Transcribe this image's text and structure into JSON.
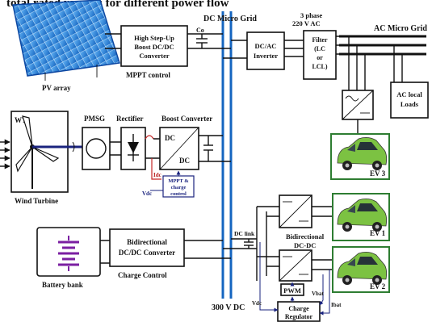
{
  "header": {
    "top_text": "total rated reviews for different power flow"
  },
  "labels": {
    "dc_micro_grid": "DC Micro Grid",
    "three_phase_line1": "3 phase",
    "three_phase_line2": "220 V AC",
    "ac_micro_grid": "AC Micro Grid",
    "bus_voltage": "300 V DC",
    "dc_link": "DC link",
    "co": "Co",
    "wt": "WT"
  },
  "blocks": {
    "boost_dcdc": [
      "High Step-Up",
      "Boost DC/DC",
      "Converter"
    ],
    "mppt_control": "MPPT control",
    "pv_array": "PV array",
    "dcac_inverter": [
      "DC/AC",
      "Inverter"
    ],
    "filter": [
      "Filter",
      "(LC",
      "or",
      "LCL)"
    ],
    "ac_loads": [
      "AC local",
      "Loads"
    ],
    "pmsg": "PMSG",
    "rectifier": "Rectifier",
    "boost_converter": "Boost Converter",
    "dc_in": "DC",
    "dc_out": "DC",
    "idc": "Idc",
    "vdc": "Vdc",
    "mppt_charge": [
      "MPPT &",
      "charge",
      "control"
    ],
    "wind_turbine": "Wind Turbine",
    "bidirectional_dcdc_converter": [
      "Bidirectional",
      "DC/DC Converter"
    ],
    "charge_control": "Charge Control",
    "battery_bank": "Battery bank",
    "bidirectional_dcdc": [
      "Bidirectional",
      "DC-DC"
    ],
    "pwm": "PWM",
    "charge_regulator": [
      "Charge",
      "Regulator"
    ],
    "vdc2": "Vdc",
    "vbat": "Vbat",
    "ibat": "Ibat"
  },
  "ev": {
    "ev3": "EV 3",
    "ev1": "EV 1",
    "ev2": "EV 2"
  },
  "colors": {
    "dc_bus": "#1565c0",
    "ev_frame": "#2e7d32",
    "car_green": "#7cc242",
    "battery_purple": "#7b1fa2",
    "wind_shaft": "#1a237e",
    "control_wire": "#1a237e",
    "red_signal": "#c62828"
  }
}
